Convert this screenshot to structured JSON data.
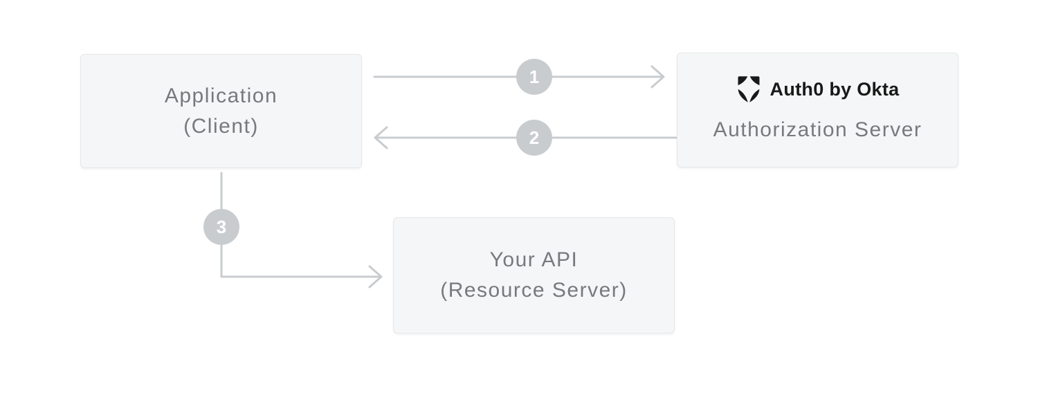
{
  "diagram": {
    "nodes": {
      "application": {
        "line1": "Application",
        "line2": "(Client)"
      },
      "auth_server": {
        "brand": "Auth0 by Okta",
        "label": "Authorization Server"
      },
      "api": {
        "line1": "Your API",
        "line2": "(Resource Server)"
      }
    },
    "steps": [
      {
        "number": "1",
        "from": "Application (Client)",
        "to": "Authorization Server"
      },
      {
        "number": "2",
        "from": "Authorization Server",
        "to": "Application (Client)"
      },
      {
        "number": "3",
        "from": "Application (Client)",
        "to": "Your API (Resource Server)"
      }
    ],
    "icons": {
      "brand_logo": "auth0-shield-icon",
      "arrowheads": "chevron-arrowhead-icon"
    },
    "colors": {
      "box_bg": "#f5f6f7",
      "box_border": "#e5e7e9",
      "box_text": "#77797d",
      "connector": "#c9cccf",
      "badge_bg": "#c9cccf",
      "badge_text": "#ffffff",
      "brand_text": "#191919",
      "page_bg": "#ffffff"
    }
  }
}
